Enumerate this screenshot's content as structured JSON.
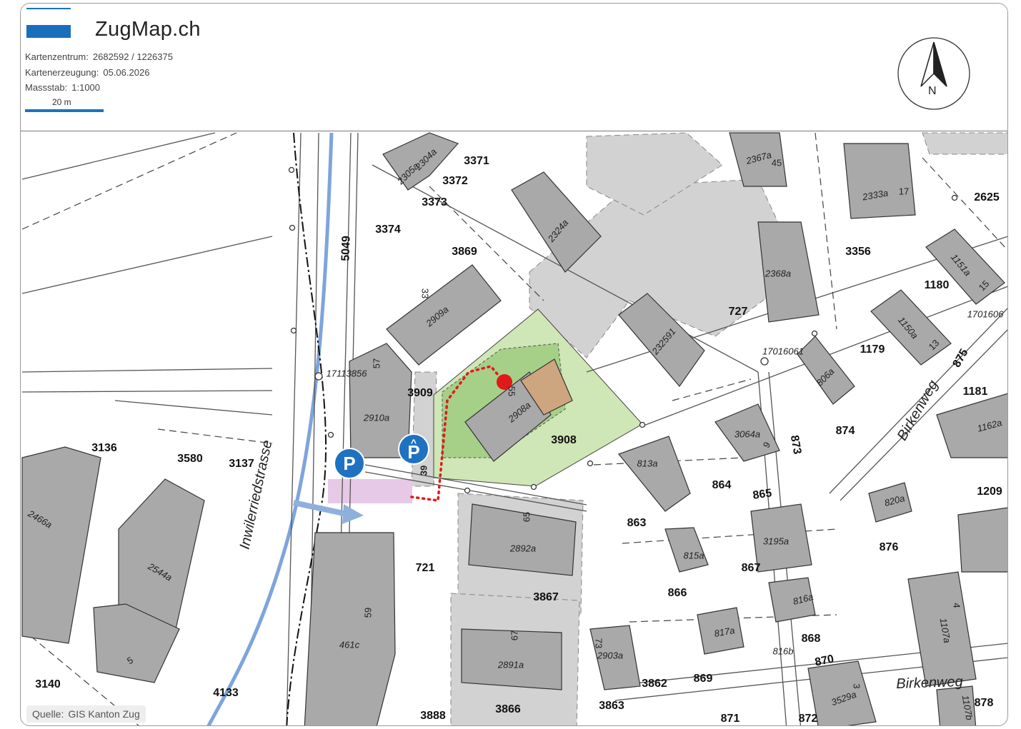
{
  "header": {
    "title": "ZugMap.ch",
    "center_label": "Kartenzentrum:",
    "center_value": "2682592 / 1226375",
    "created_label": "Kartenerzeugung:",
    "created_value": "05.06.2026",
    "scale_label": "Massstab:",
    "scale_value": "1:1000",
    "scalebar_label": "20 m",
    "north_label": "N"
  },
  "colors": {
    "brand": "#1a6fbd",
    "building": "#a9a9a9",
    "building_light": "#d2d2d2",
    "highlight_parcel": "#cfe6b6",
    "highlight_inner": "#a6cf88",
    "entrance_box": "#cda57f",
    "parking_zone": "#e6c9e6",
    "marker": "#e01a1a",
    "route": "#8fb0dd",
    "stream": "#7ea4dc"
  },
  "parcels": [
    "3371",
    "3372",
    "3373",
    "3374",
    "5049",
    "3869",
    "3909",
    "3908",
    "3136",
    "3580",
    "3137",
    "721",
    "3867",
    "3866",
    "3888",
    "3140",
    "4133",
    "3863",
    "3862",
    "869",
    "871",
    "872",
    "870",
    "868",
    "867",
    "866",
    "865",
    "864",
    "863",
    "873",
    "874",
    "875",
    "1181",
    "1209",
    "876",
    "878",
    "1179",
    "1180",
    "3356",
    "727",
    "2625"
  ],
  "buildings": [
    "2304a",
    "2305a",
    "2324a",
    "2367a",
    "2333a",
    "2368a",
    "1151a",
    "1150a",
    "2909a",
    "2908a",
    "2910a",
    "232591",
    "806a",
    "3064a",
    "813a",
    "815a",
    "1162a",
    "820a",
    "3195a",
    "2892a",
    "2891a",
    "816a",
    "817a",
    "816b",
    "3529a",
    "1107a",
    "1107b",
    "2466a",
    "2544a",
    "461c",
    "2903a"
  ],
  "house_numbers": [
    "45",
    "17",
    "15",
    "13",
    "33",
    "55",
    "57",
    "39",
    "65",
    "59",
    "67",
    "5",
    "9",
    "73",
    "4",
    "3"
  ],
  "points": [
    "17113856",
    "17016061",
    "1701606"
  ],
  "streets": [
    "Inwilerriedstrasse",
    "Birkenweg",
    "Birkenweg"
  ],
  "parking": {
    "public_label": "P",
    "covered_label": "P",
    "roof_symbol": "^"
  },
  "source": {
    "label": "Quelle:",
    "value": "GIS Kanton Zug"
  }
}
